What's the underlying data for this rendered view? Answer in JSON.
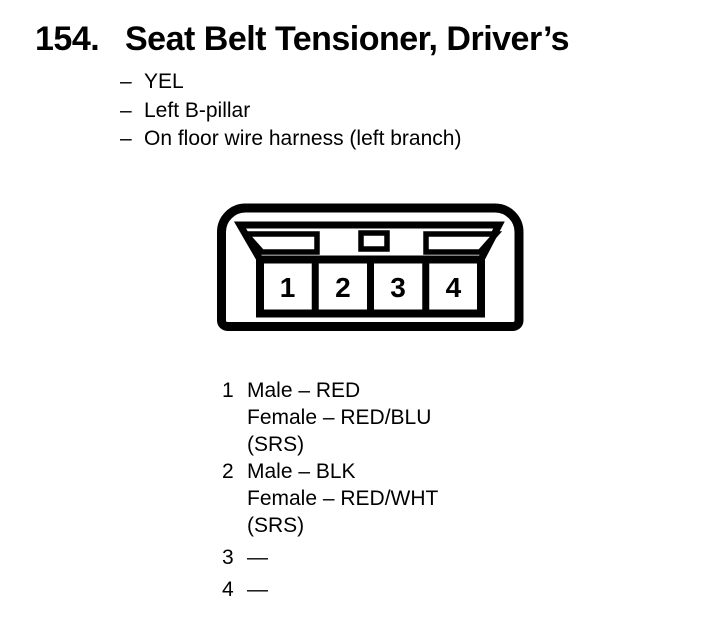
{
  "colors": {
    "ink": "#000000",
    "paper": "#ffffff"
  },
  "title": {
    "number": "154.",
    "text": "Seat Belt Tensioner, Driver’s"
  },
  "details": {
    "bullet": "–",
    "items": [
      "YEL",
      "Left B-pillar",
      "On floor wire harness (left branch)"
    ]
  },
  "connector": {
    "pins": [
      "1",
      "2",
      "3",
      "4"
    ]
  },
  "legend": {
    "items": [
      {
        "num": "1",
        "lines": [
          "Male – RED",
          "Female – RED/BLU",
          "(SRS)"
        ]
      },
      {
        "num": "2",
        "lines": [
          "Male – BLK",
          "Female – RED/WHT",
          "(SRS)"
        ]
      },
      {
        "num": "3",
        "lines": [
          "—"
        ]
      },
      {
        "num": "4",
        "lines": [
          "—"
        ]
      }
    ]
  }
}
